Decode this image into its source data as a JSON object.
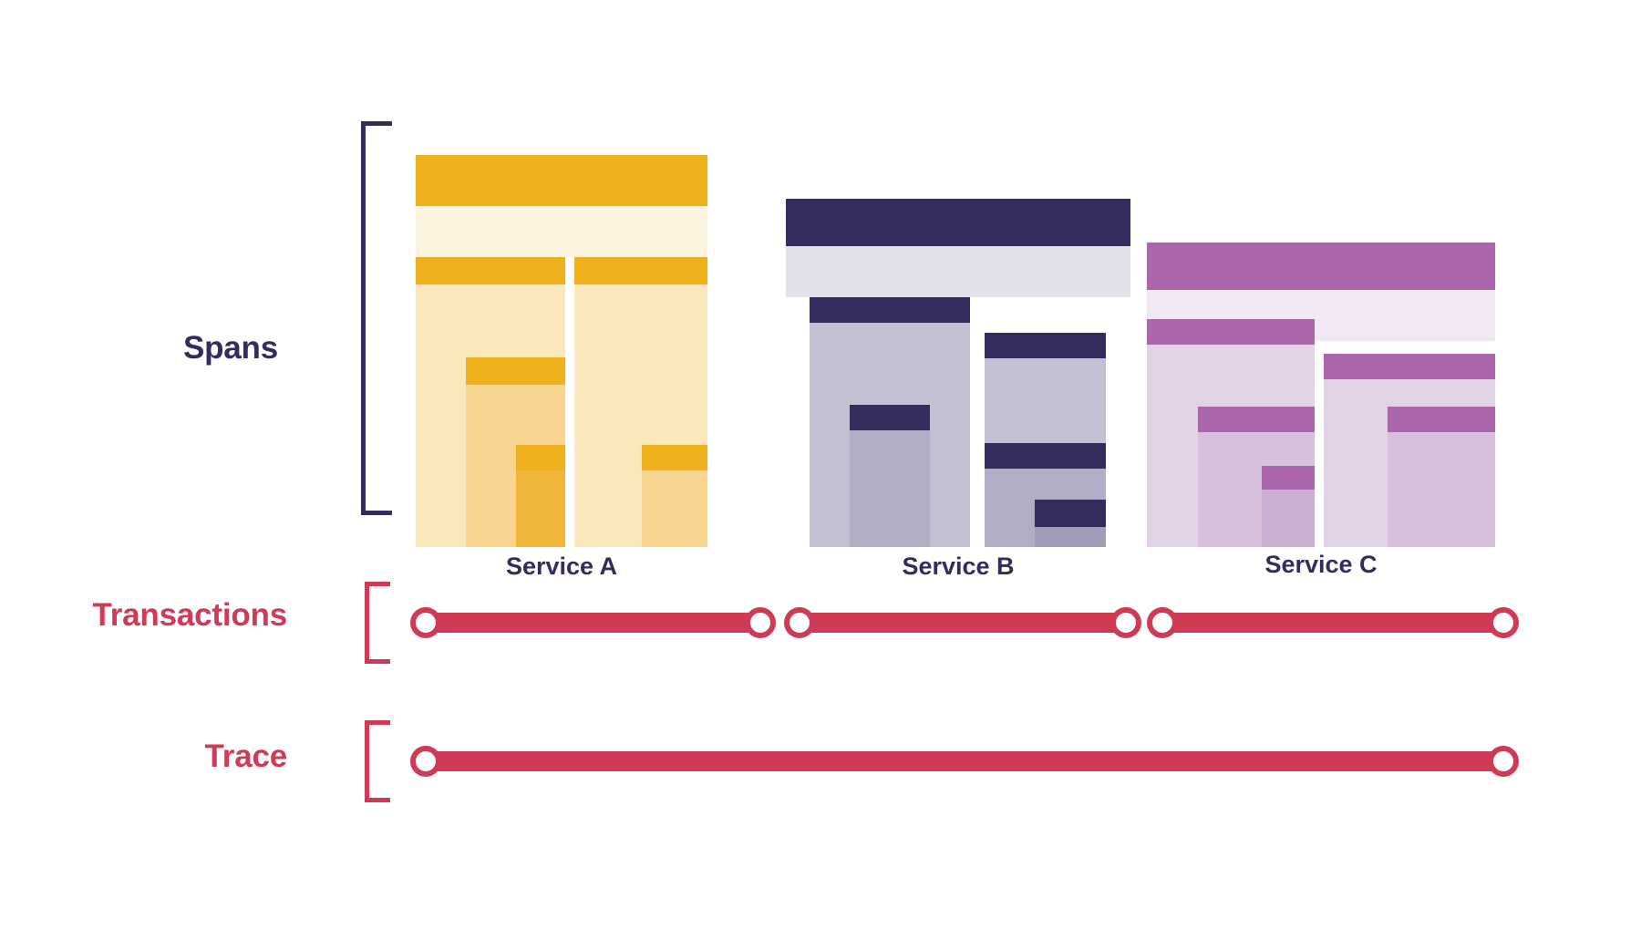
{
  "diagram": {
    "title": "Distributed tracing: spans, transactions and trace",
    "background": "#ffffff"
  },
  "colors": {
    "navy": "#352b5d",
    "crimson": "#cf3a55",
    "service_a_head": "#efb01e",
    "service_a_body": "#fae7bb",
    "service_a_body_light": "#fdf4e0",
    "service_b_head": "#352b5d",
    "service_b_body": "#c3c0d4",
    "service_b_body_light": "#e2e0e9",
    "service_c_head": "#ab66ab",
    "service_c_body": "#e2d2e6",
    "service_c_body_light": "#f2e8f4"
  },
  "rows": {
    "spans": {
      "label": "Spans",
      "bracket_color": "#352b5d"
    },
    "transactions": {
      "label": "Transactions",
      "bracket_color": "#cf3a55"
    },
    "trace": {
      "label": "Trace",
      "bracket_color": "#cf3a55"
    }
  },
  "services": [
    {
      "id": "service-a",
      "label": "Service A",
      "accent": "#efb01e",
      "body": "#fae7bb",
      "body_light": "#fdf4e0",
      "spans": [
        {
          "name": "root-span",
          "depth": 0
        },
        {
          "name": "child-span-1",
          "depth": 1
        },
        {
          "name": "child-span-2",
          "depth": 1
        },
        {
          "name": "grandchild-span-1",
          "depth": 2
        },
        {
          "name": "grandchild-span-2",
          "depth": 2
        },
        {
          "name": "leaf-span",
          "depth": 3
        }
      ]
    },
    {
      "id": "service-b",
      "label": "Service B",
      "accent": "#352b5d",
      "body": "#c3c0d4",
      "body_light": "#e2e0e9",
      "spans": [
        {
          "name": "root-span",
          "depth": 0
        },
        {
          "name": "child-span-1",
          "depth": 1
        },
        {
          "name": "child-span-2",
          "depth": 1
        },
        {
          "name": "grandchild-span-1",
          "depth": 2
        },
        {
          "name": "grandchild-span-2",
          "depth": 2
        },
        {
          "name": "leaf-span",
          "depth": 3
        }
      ]
    },
    {
      "id": "service-c",
      "label": "Service C",
      "accent": "#ab66ab",
      "body": "#e2d2e6",
      "body_light": "#f2e8f4",
      "spans": [
        {
          "name": "root-span",
          "depth": 0
        },
        {
          "name": "child-span-1",
          "depth": 1
        },
        {
          "name": "child-span-2",
          "depth": 1
        },
        {
          "name": "grandchild-span-1",
          "depth": 2
        },
        {
          "name": "grandchild-span-2",
          "depth": 2
        },
        {
          "name": "leaf-span",
          "depth": 3
        }
      ]
    }
  ],
  "transactions": {
    "segments": [
      {
        "name": "transaction-service-a"
      },
      {
        "name": "transaction-service-b"
      },
      {
        "name": "transaction-service-c"
      }
    ],
    "endpoint_count": 6
  },
  "trace": {
    "segments": [
      {
        "name": "trace-span-full"
      }
    ],
    "endpoint_count": 2
  }
}
